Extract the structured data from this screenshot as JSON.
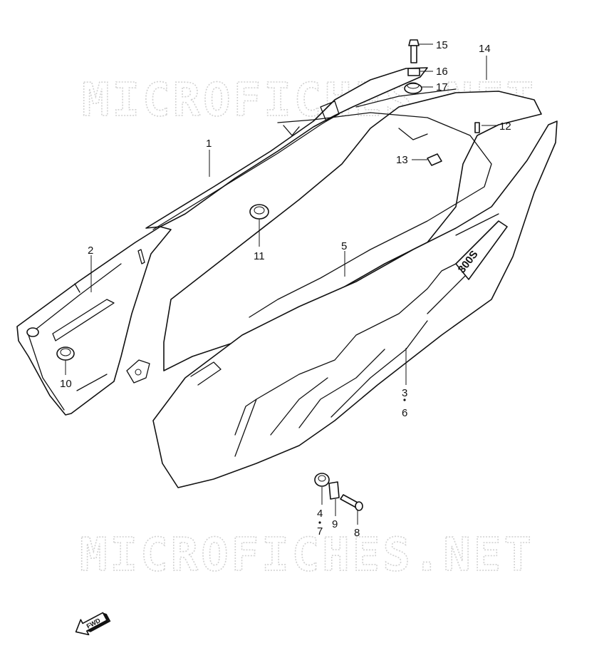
{
  "watermark": {
    "text": "MICROFICHES.NET"
  },
  "badge": {
    "text": "300S"
  },
  "fwd_arrow": {
    "text": "FWD"
  },
  "callouts": [
    {
      "id": "c1",
      "text": "1"
    },
    {
      "id": "c2",
      "text": "2"
    },
    {
      "id": "c3",
      "text": "3"
    },
    {
      "id": "c6",
      "text": "6"
    },
    {
      "id": "c4",
      "text": "4"
    },
    {
      "id": "c7",
      "text": "7"
    },
    {
      "id": "c5",
      "text": "5"
    },
    {
      "id": "c8",
      "text": "8"
    },
    {
      "id": "c9",
      "text": "9"
    },
    {
      "id": "c10",
      "text": "10"
    },
    {
      "id": "c11",
      "text": "11"
    },
    {
      "id": "c12",
      "text": "12"
    },
    {
      "id": "c13",
      "text": "13"
    },
    {
      "id": "c14",
      "text": "14"
    },
    {
      "id": "c15",
      "text": "15"
    },
    {
      "id": "c16",
      "text": "16"
    },
    {
      "id": "c17",
      "text": "17"
    }
  ]
}
